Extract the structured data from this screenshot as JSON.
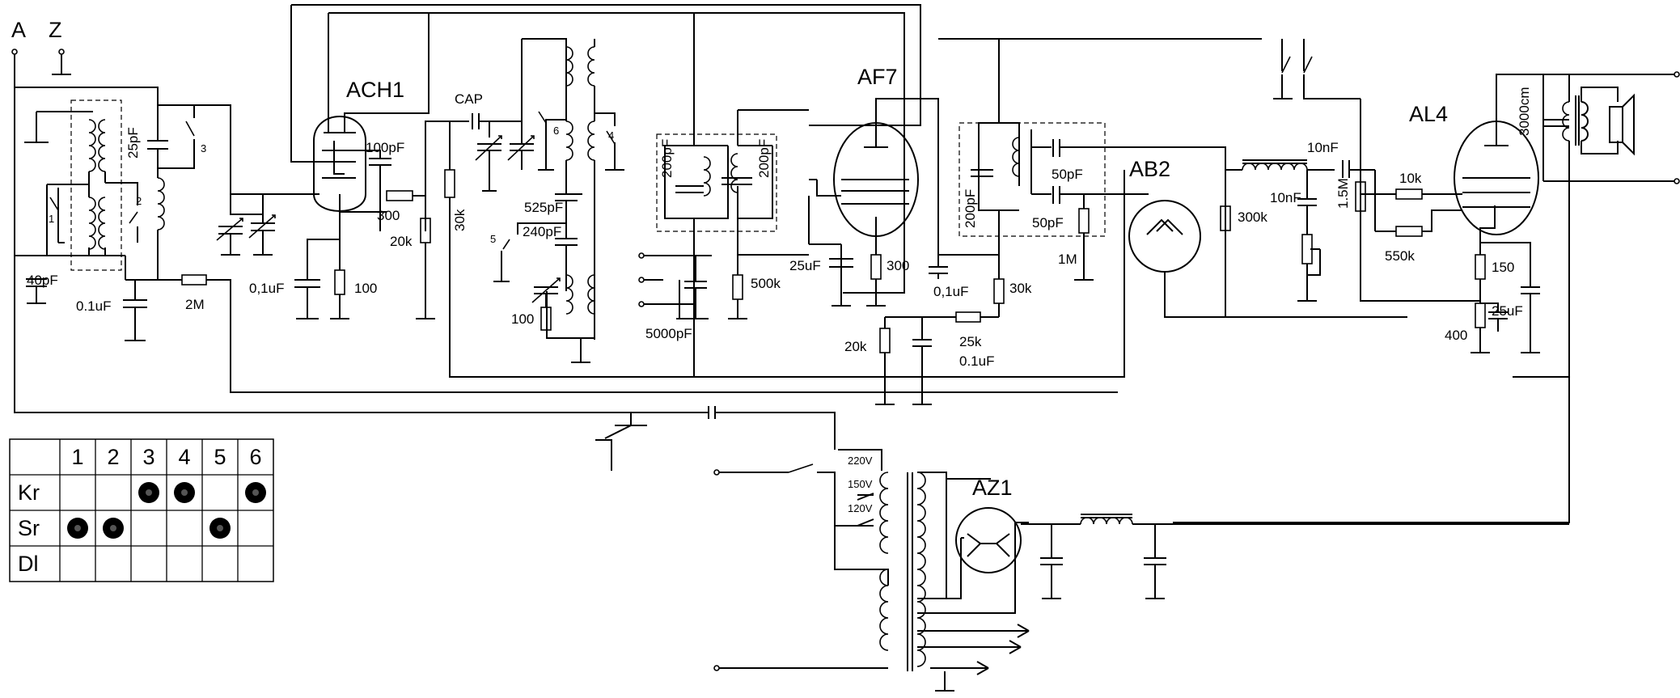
{
  "labels": {
    "antenna": "A",
    "ground": "Z",
    "tube1": "ACH1",
    "tube2": "AF7",
    "tube3": "AB2",
    "tube4": "AL4",
    "rect": "AZ1",
    "cap": "CAP",
    "c40pf": "40pF",
    "c25pf": "25pF",
    "c01uf_a": "0.1uF",
    "r2m": "2M",
    "c100pf": "100pF",
    "r300_a": "300",
    "r20k_a": "20k",
    "c01uf_b": "0,1uF",
    "r100_a": "100",
    "r30k_a": "30k",
    "c525pf": "525pF",
    "c240pf": "240pF",
    "r100_b": "100",
    "c200pf_a": "200pF",
    "c200pf_b": "200pF",
    "c5000pf": "5000pF",
    "r500k": "500k",
    "c25uf_a": "25uF",
    "r300_b": "300",
    "c200pf_c": "200pF",
    "c50pf_a": "50pF",
    "c50pf_b": "50pF",
    "r1m": "1M",
    "c01uf_c": "0,1uF",
    "r30k_b": "30k",
    "r20k_b": "20k",
    "r25k": "25k",
    "c01uf_d": "0.1uF",
    "r300k": "300k",
    "c10nf_a": "10nF",
    "c10nf_b": "10nF",
    "pot15m": "1.5M",
    "r10k": "10k",
    "r550k": "550k",
    "r150": "150",
    "c25uf_b": "25uF",
    "r400": "400",
    "c3000cm": "3000cm",
    "v220": "220V",
    "v150": "150V",
    "v120": "120V",
    "sw1": "1",
    "sw2": "2",
    "sw3": "3",
    "sw4": "4",
    "sw5": "5",
    "sw6": "6"
  },
  "switch_table": {
    "columns": [
      "1",
      "2",
      "3",
      "4",
      "5",
      "6"
    ],
    "rows": [
      {
        "label": "Kr",
        "on": [
          false,
          false,
          true,
          true,
          false,
          true
        ]
      },
      {
        "label": "Sr",
        "on": [
          true,
          true,
          false,
          false,
          true,
          false
        ]
      },
      {
        "label": "Dl",
        "on": [
          false,
          false,
          false,
          false,
          false,
          false
        ]
      }
    ]
  }
}
